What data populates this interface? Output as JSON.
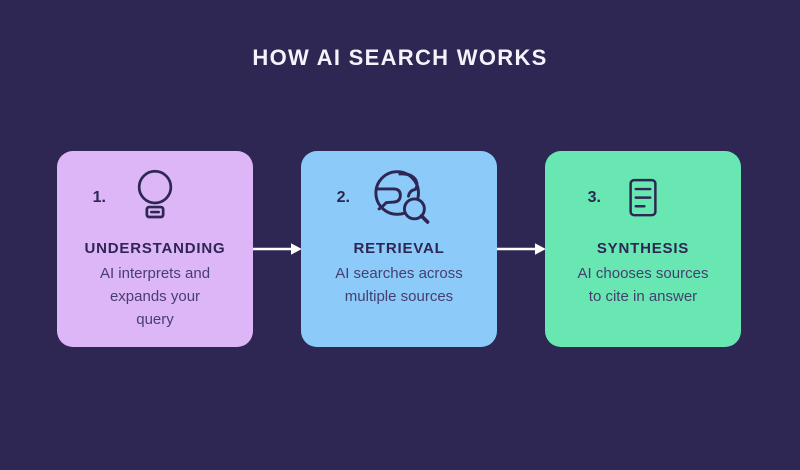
{
  "title": "HOW AI SEARCH WORKS",
  "colors": {
    "background": "#2e2653",
    "title_text": "#f5f2fb",
    "heading_text": "#2e2653",
    "body_text": "#453f6e",
    "icon_stroke": "#2e2653",
    "arrow": "#ffffff"
  },
  "steps": [
    {
      "number": "1.",
      "icon": "lightbulb-icon",
      "heading": "UNDERSTANDING",
      "description_lines": [
        "AI interprets and",
        "expands your",
        "query"
      ],
      "card_color": "#ddb6f8"
    },
    {
      "number": "2.",
      "icon": "globe-search-icon",
      "heading": "RETRIEVAL",
      "description_lines": [
        "AI searches across",
        "multiple sources"
      ],
      "card_color": "#8ccafa"
    },
    {
      "number": "3.",
      "icon": "document-icon",
      "heading": "SYNTHESIS",
      "description_lines": [
        "AI chooses sources",
        "to cite in answer"
      ],
      "card_color": "#68e7b2"
    }
  ]
}
